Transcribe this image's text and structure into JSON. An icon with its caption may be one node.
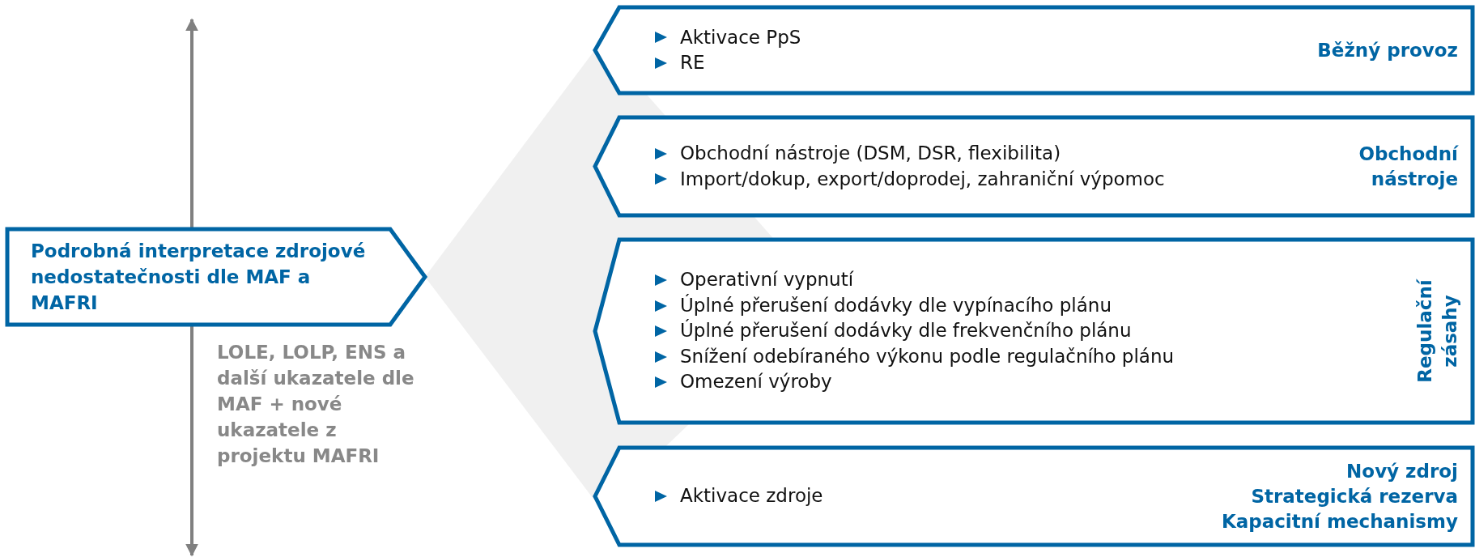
{
  "diagram": {
    "nodes": [
      {
        "text": [
          "Podrobná interpretace zdrojové nedostatečnosti dle MAF a MAFRI"
        ],
        "beside": [
          "LOLE, LOLP, ENS a další ukazatele dle MAF + nové ukazatele z projektu MAFRI"
        ]
      },
      {
        "text": [
          "Aktivace PpS",
          "RE",
          "Běžný provoz"
        ]
      },
      {
        "text": [
          "Obchodní nástroje (DSM, DSR, flexibilita)",
          "Import/dokup, export/doprodej, zahraniční výpomoc",
          "Obchodní nástroje"
        ]
      },
      {
        "text": [
          "Operativní vypnutí",
          "Úplné přerušení dodávky dle vypínacího plánu",
          "Úplné přerušení dodávky dle frekvenčního plánu",
          "Snížení odebíraného výkonu podle regulačního plánu",
          "Omezení výroby",
          "Regulační zásahy"
        ]
      },
      {
        "text": [
          "Aktivace zdroje",
          "Nový zdroj",
          "Strategická rezerva",
          "Kapacitní mechanismy"
        ]
      }
    ],
    "edges": []
  }
}
